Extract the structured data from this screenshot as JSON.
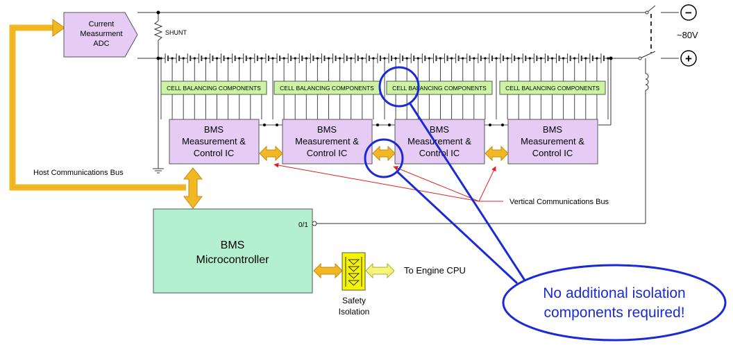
{
  "adc": {
    "line1": "Current",
    "line2": "Measurment",
    "line3": "ADC"
  },
  "shunt_label": "SHUNT",
  "voltage_label": "~80V",
  "terminal_negative": "−",
  "terminal_positive": "+",
  "cell_balancing": [
    "CELL BALANCING COMPONENTS",
    "CELL BALANCING COMPONENTS",
    "CELL BALANCING COMPONENTS",
    "CELL BALANCING COMPONENTS"
  ],
  "bms_ic": {
    "line1": "BMS",
    "line2": "Measurement  &",
    "line3": "Control IC"
  },
  "host_bus_label": "Host Communications Bus",
  "vertical_bus_label": "Vertical Communications Bus",
  "microcontroller": {
    "line1": "BMS",
    "line2": "Microcontroller"
  },
  "port_label": "0/1",
  "safety_isolation": {
    "line1": "Safety",
    "line2": "Isolation"
  },
  "engine_label": "To Engine CPU",
  "callout": {
    "line1": "No additional isolation",
    "line2": "components required!"
  },
  "colors": {
    "ic_fill": "#e6ccf5",
    "balancing_fill": "#ccf5a3",
    "micro_fill": "#b3f0d0",
    "bus_arrow": "#f2b824",
    "safety_fill": "#f5f500",
    "callout_blue": "#1a2ad6",
    "red_line": "#e02020"
  }
}
